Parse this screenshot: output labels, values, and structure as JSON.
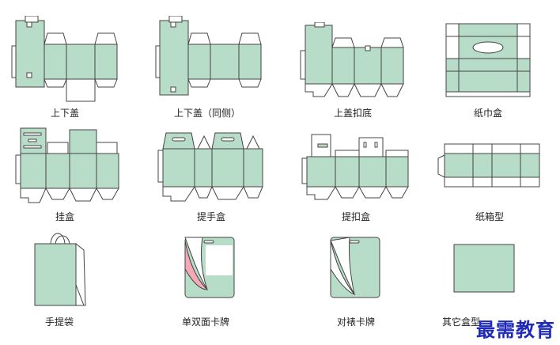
{
  "items": [
    {
      "label": "上下盖"
    },
    {
      "label": "上下盖（同侧）"
    },
    {
      "label": "上盖扣底"
    },
    {
      "label": "纸巾盒"
    },
    {
      "label": "挂盒"
    },
    {
      "label": "提手盒"
    },
    {
      "label": "提扣盒"
    },
    {
      "label": "纸箱型"
    },
    {
      "label": "手提袋"
    },
    {
      "label": "单双面卡牌"
    },
    {
      "label": "对裱卡牌"
    },
    {
      "label": "其它盒型"
    }
  ],
  "watermark": "最需教育",
  "colors": {
    "fill": "#b7dcc8",
    "stroke": "#444444",
    "watermark": "#1f2bb8"
  }
}
